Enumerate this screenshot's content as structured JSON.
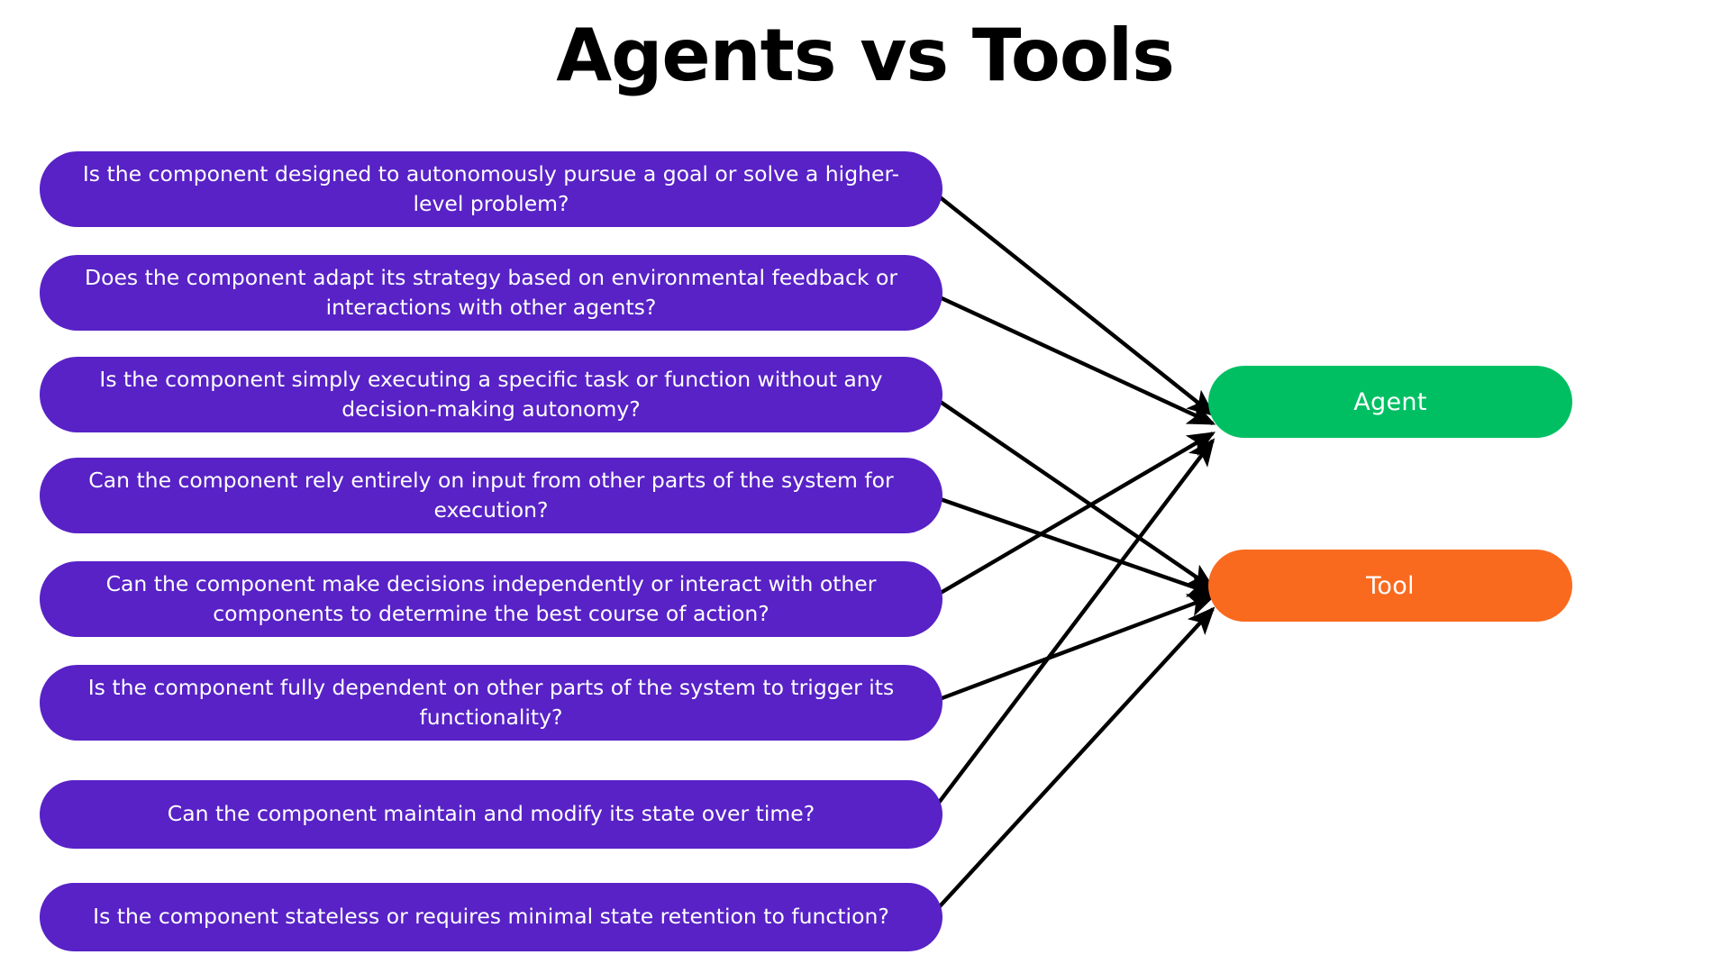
{
  "page": {
    "title": "Agents vs Tools",
    "background_color": "#FFFFFF"
  },
  "colors": {
    "question_pill": "#5822C6",
    "agent": "#00BF63",
    "tool": "#F96A1E",
    "arrow": "#000000",
    "title_text": "#000000",
    "pill_text": "#FFFFFF"
  },
  "questions": [
    {
      "id": "q1",
      "text": "Is the component designed to autonomously pursue a goal or solve a higher-level problem?",
      "target": "agent"
    },
    {
      "id": "q2",
      "text": "Does the component adapt its strategy based on environmental feedback or interactions with other agents?",
      "target": "agent"
    },
    {
      "id": "q3",
      "text": "Is the component simply executing a specific task or function without any decision-making autonomy?",
      "target": "tool"
    },
    {
      "id": "q4",
      "text": "Can the component rely entirely on input from other parts of the system for execution?",
      "target": "tool"
    },
    {
      "id": "q5",
      "text": "Can the component make decisions independently or interact with other components to determine the best course of action?",
      "target": "agent"
    },
    {
      "id": "q6",
      "text": "Is the component fully dependent on other parts of the system to trigger its functionality?",
      "target": "tool"
    },
    {
      "id": "q7",
      "text": "Can the component maintain and modify its state over time?",
      "target": "agent"
    },
    {
      "id": "q8",
      "text": "Is the component stateless or requires minimal state retention to function?",
      "target": "tool"
    }
  ],
  "outcomes": [
    {
      "id": "agent",
      "label": "Agent",
      "color": "#00BF63"
    },
    {
      "id": "tool",
      "label": "Tool",
      "color": "#F96A1E"
    }
  ],
  "edges": [
    {
      "from": "q1",
      "to": "agent"
    },
    {
      "from": "q2",
      "to": "agent"
    },
    {
      "from": "q3",
      "to": "tool"
    },
    {
      "from": "q4",
      "to": "tool"
    },
    {
      "from": "q5",
      "to": "agent"
    },
    {
      "from": "q6",
      "to": "tool"
    },
    {
      "from": "q7",
      "to": "agent"
    },
    {
      "from": "q8",
      "to": "tool"
    }
  ]
}
